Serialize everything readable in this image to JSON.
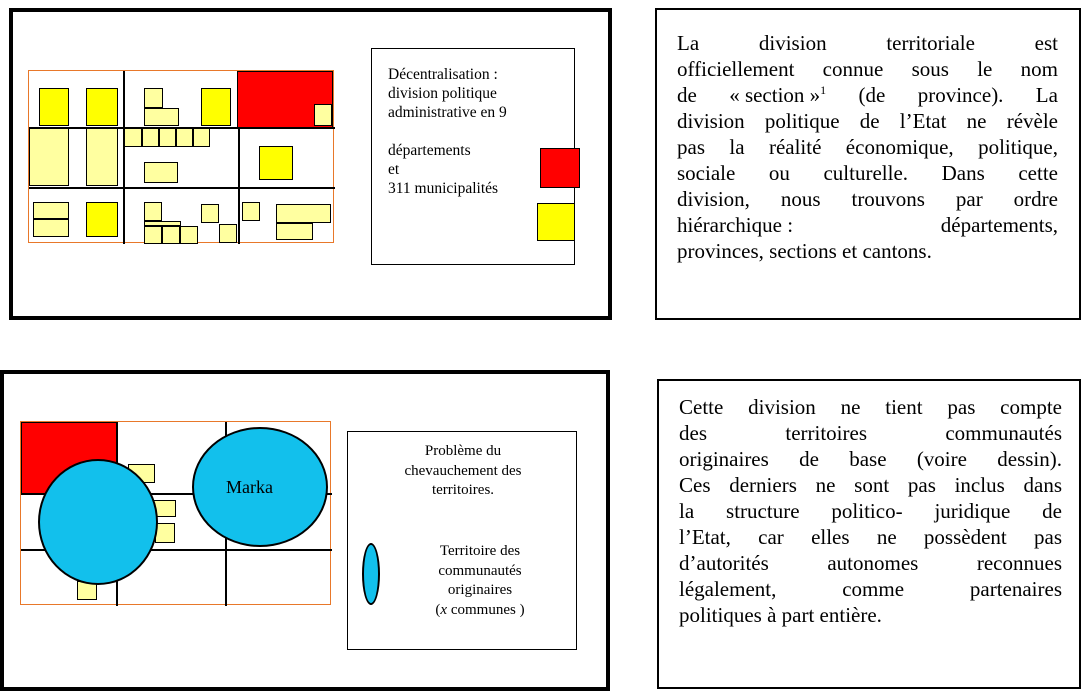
{
  "panel1": {
    "legend": {
      "line1": "Décentralisation :",
      "line2": "division politique",
      "line3": "administrative en 9",
      "line4": "départements",
      "line5": "et",
      "line6": "311 municipalités"
    },
    "text": {
      "l1a": "La",
      "l1b": "division",
      "l1c": "territoriale",
      "l1d": "est",
      "l2": "officiellement connue sous le nom",
      "l3a": "de",
      "l3b": "« section »",
      "l3sup": "1",
      "l3c": "(de",
      "l3d": "province).",
      "l3e": "La",
      "l4": "division politique de l’Etat ne révèle",
      "l5": "pas la réalité économique, politique,",
      "l6": "sociale ou culturelle. Dans cette",
      "l7": "division, nous trouvons par ordre",
      "l8a": "hiérarchique :",
      "l8b": "départements,",
      "l9": "provinces, sections et cantons."
    }
  },
  "panel2": {
    "marka_label": "Marka",
    "legend": {
      "line1": "Problème du",
      "line2": "chevauchement des",
      "line3": "territoires.",
      "line4": "Territoire des",
      "line5": "communautés",
      "line6": "originaires",
      "line7_x": "x",
      "line7_rest": " communes )"
    },
    "text": {
      "l1": "Cette division ne tient pas compte",
      "l2a": "des",
      "l2b": "territoires",
      "l2c": "communautés",
      "l3": "originaires de base (voire dessin).",
      "l4": "Ces derniers ne sont pas inclus dans",
      "l5": "la structure politico- juridique de",
      "l6": "l’Etat, car elles ne possèdent pas",
      "l7": "d’autorités autonomes reconnues",
      "l8a": "légalement,",
      "l8b": "comme",
      "l8c": "partenaires",
      "l9": "politiques à part entière."
    }
  },
  "colors": {
    "department": "#ff0000",
    "municipality": "#ffff00",
    "municipality_pale": "#ffffa0",
    "community": "#12c0ec",
    "map_border": "#e8782a"
  }
}
